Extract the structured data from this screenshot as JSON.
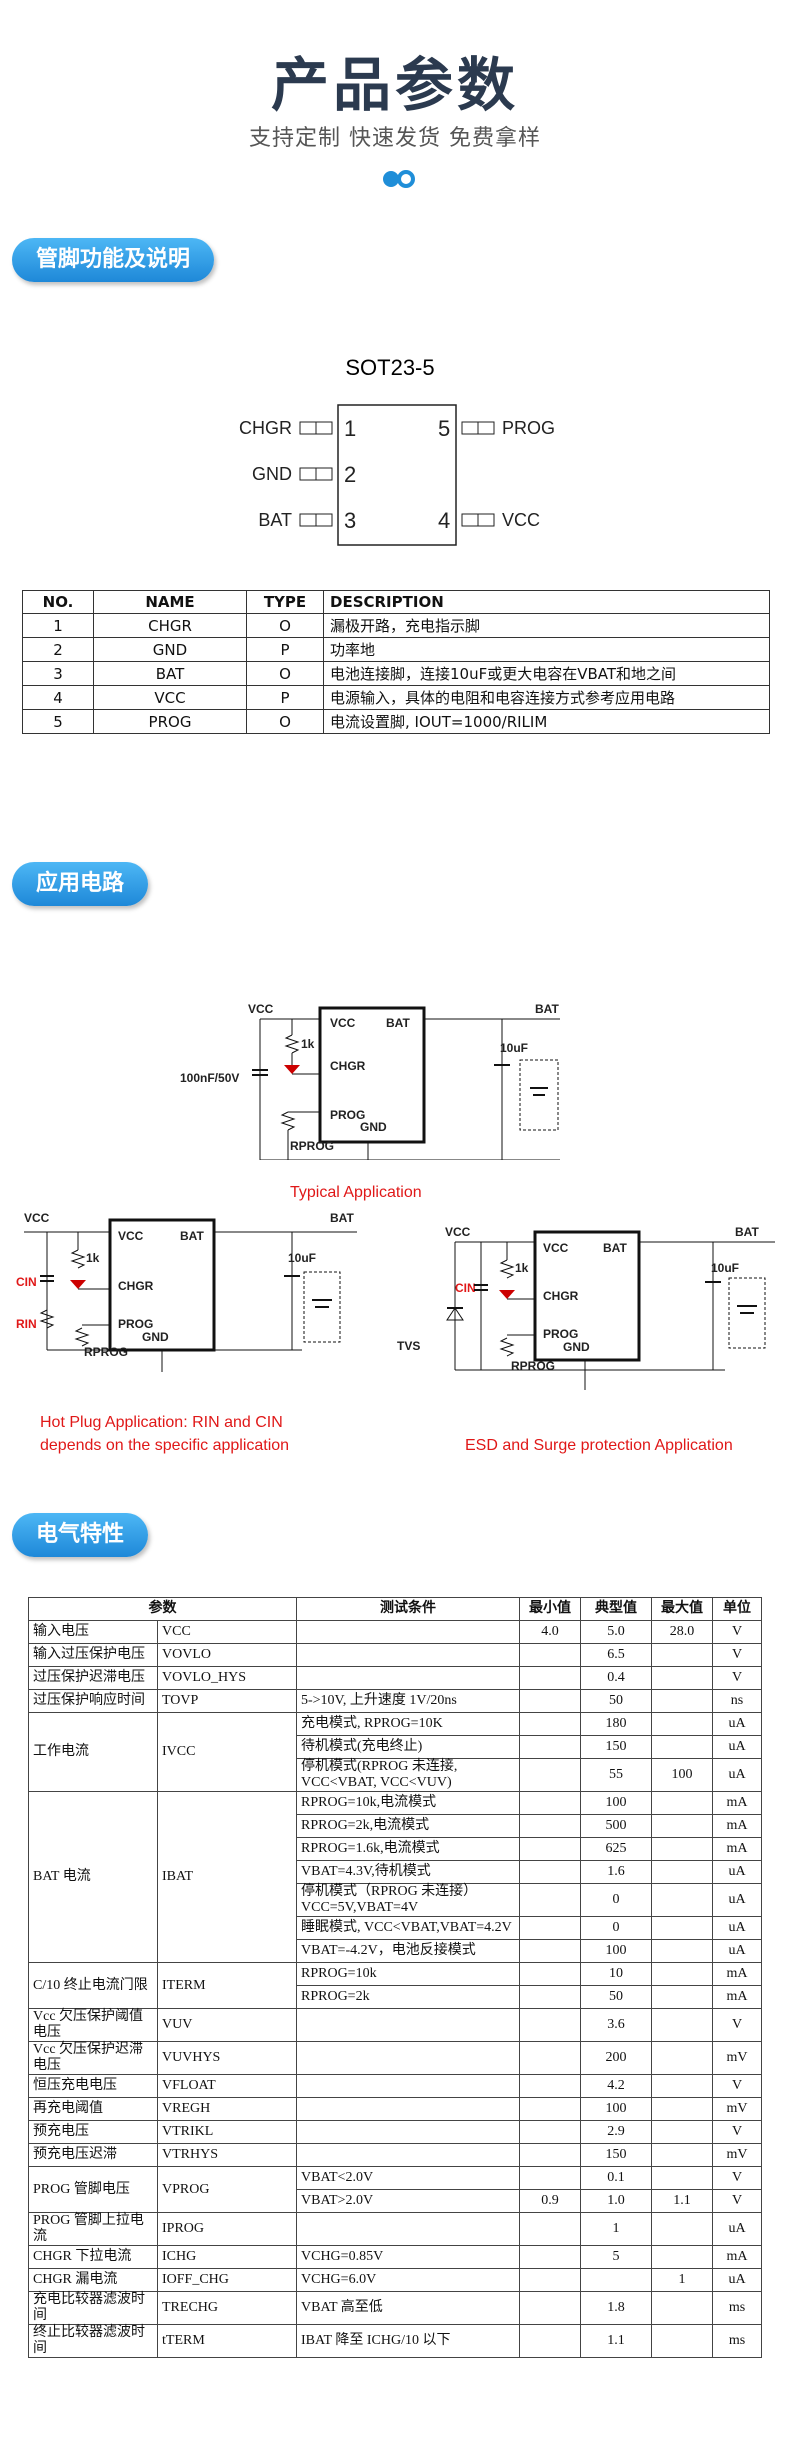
{
  "header": {
    "title": "产品参数",
    "subtitle": "支持定制 快速发货 免费拿样"
  },
  "sections": {
    "pins": "管脚功能及说明",
    "app": "应用电路",
    "elec": "电气特性"
  },
  "pin_diagram": {
    "package": "SOT23-5",
    "left_pins": [
      {
        "name": "CHGR",
        "num": "1"
      },
      {
        "name": "GND",
        "num": "2"
      },
      {
        "name": "BAT",
        "num": "3"
      }
    ],
    "right_pins": [
      {
        "name": "PROG",
        "num": "5"
      },
      {
        "name": "VCC",
        "num": "4"
      }
    ]
  },
  "pin_table": {
    "headers": [
      "NO.",
      "NAME",
      "TYPE",
      "DESCRIPTION"
    ],
    "rows": [
      [
        "1",
        "CHGR",
        "O",
        "漏极开路，充电指示脚"
      ],
      [
        "2",
        "GND",
        "P",
        "功率地"
      ],
      [
        "3",
        "BAT",
        "O",
        "电池连接脚，连接10uF或更大电容在VBAT和地之间"
      ],
      [
        "4",
        "VCC",
        "P",
        "电源输入，具体的电阻和电容连接方式参考应用电路"
      ],
      [
        "5",
        "PROG",
        "O",
        "电流设置脚, IOUT=1000/RILIM"
      ]
    ]
  },
  "circuits": {
    "typical_label": "Typical Application",
    "hotplug_label_1": "Hot Plug Application: RIN and CIN",
    "hotplug_label_2": "depends on the specific application",
    "esd_label": "ESD and Surge protection Application",
    "vcc": "VCC",
    "bat": "BAT",
    "chgr": "CHGR",
    "prog": "PROG",
    "gnd": "GND",
    "r1k": "1k",
    "cap": "10uF",
    "cin_cap": "100nF/50V",
    "rprog": "RPROG",
    "cin": "CIN",
    "rin": "RIN",
    "tvs": "TVS"
  },
  "elec_table": {
    "headers": [
      "参数",
      "测试条件",
      "最小值",
      "典型值",
      "最大值",
      "单位"
    ],
    "rows": [
      {
        "param": "输入电压",
        "sym": "VCC",
        "cond": "",
        "min": "4.0",
        "typ": "5.0",
        "max": "28.0",
        "unit": "V"
      },
      {
        "param": "输入过压保护电压",
        "sym": "VOVLO",
        "cond": "",
        "min": "",
        "typ": "6.5",
        "max": "",
        "unit": "V"
      },
      {
        "param": "过压保护迟滞电压",
        "sym": "VOVLO_HYS",
        "cond": "",
        "min": "",
        "typ": "0.4",
        "max": "",
        "unit": "V"
      },
      {
        "param": "过压保护响应时间",
        "sym": "TOVP",
        "cond": "5->10V, 上升速度 1V/20ns",
        "min": "",
        "typ": "50",
        "max": "",
        "unit": "ns"
      },
      {
        "param": "工作电流",
        "sym": "IVCC",
        "cond": "充电模式, RPROG=10K",
        "min": "",
        "typ": "180",
        "max": "",
        "unit": "uA"
      },
      {
        "param": "",
        "sym": "",
        "cond": "待机模式(充电终止)",
        "min": "",
        "typ": "150",
        "max": "",
        "unit": "uA"
      },
      {
        "param": "",
        "sym": "",
        "cond": "停机模式(RPROG 未连接, VCC<VBAT, VCC<VUV)",
        "min": "",
        "typ": "55",
        "max": "100",
        "unit": "uA"
      },
      {
        "param": "BAT 电流",
        "sym": "IBAT",
        "cond": "RPROG=10k,电流模式",
        "min": "",
        "typ": "100",
        "max": "",
        "unit": "mA"
      },
      {
        "param": "",
        "sym": "",
        "cond": "RPROG=2k,电流模式",
        "min": "",
        "typ": "500",
        "max": "",
        "unit": "mA"
      },
      {
        "param": "",
        "sym": "",
        "cond": "RPROG=1.6k,电流模式",
        "min": "",
        "typ": "625",
        "max": "",
        "unit": "mA"
      },
      {
        "param": "",
        "sym": "",
        "cond": "VBAT=4.3V,待机模式",
        "min": "",
        "typ": "1.6",
        "max": "",
        "unit": "uA"
      },
      {
        "param": "",
        "sym": "",
        "cond": "停机模式（RPROG 未连接）VCC=5V,VBAT=4V",
        "min": "",
        "typ": "0",
        "max": "",
        "unit": "uA"
      },
      {
        "param": "",
        "sym": "",
        "cond": "睡眠模式, VCC<VBAT,VBAT=4.2V",
        "min": "",
        "typ": "0",
        "max": "",
        "unit": "uA"
      },
      {
        "param": "",
        "sym": "",
        "cond": "VBAT=-4.2V，电池反接模式",
        "min": "",
        "typ": "100",
        "max": "",
        "unit": "uA"
      },
      {
        "param": "C/10 终止电流门限",
        "sym": "ITERM",
        "cond": "RPROG=10k",
        "min": "",
        "typ": "10",
        "max": "",
        "unit": "mA"
      },
      {
        "param": "",
        "sym": "",
        "cond": "RPROG=2k",
        "min": "",
        "typ": "50",
        "max": "",
        "unit": "mA"
      },
      {
        "param": "Vcc 欠压保护阈值电压",
        "sym": "VUV",
        "cond": "",
        "min": "",
        "typ": "3.6",
        "max": "",
        "unit": "V"
      },
      {
        "param": "Vcc 欠压保护迟滞电压",
        "sym": "VUVHYS",
        "cond": "",
        "min": "",
        "typ": "200",
        "max": "",
        "unit": "mV"
      },
      {
        "param": "恒压充电电压",
        "sym": "VFLOAT",
        "cond": "",
        "min": "",
        "typ": "4.2",
        "max": "",
        "unit": "V"
      },
      {
        "param": "再充电阈值",
        "sym": "VREGH",
        "cond": "",
        "min": "",
        "typ": "100",
        "max": "",
        "unit": "mV"
      },
      {
        "param": "预充电压",
        "sym": "VTRIKL",
        "cond": "",
        "min": "",
        "typ": "2.9",
        "max": "",
        "unit": "V"
      },
      {
        "param": "预充电压迟滞",
        "sym": "VTRHYS",
        "cond": "",
        "min": "",
        "typ": "150",
        "max": "",
        "unit": "mV"
      },
      {
        "param": "PROG 管脚电压",
        "sym": "VPROG",
        "cond": "VBAT<2.0V",
        "min": "",
        "typ": "0.1",
        "max": "",
        "unit": "V"
      },
      {
        "param": "",
        "sym": "",
        "cond": "VBAT>2.0V",
        "min": "0.9",
        "typ": "1.0",
        "max": "1.1",
        "unit": "V"
      },
      {
        "param": "PROG 管脚上拉电流",
        "sym": "IPROG",
        "cond": "",
        "min": "",
        "typ": "1",
        "max": "",
        "unit": "uA"
      },
      {
        "param": "CHGR 下拉电流",
        "sym": "ICHG",
        "cond": "VCHG=0.85V",
        "min": "",
        "typ": "5",
        "max": "",
        "unit": "mA"
      },
      {
        "param": "CHGR 漏电流",
        "sym": "IOFF_CHG",
        "cond": "VCHG=6.0V",
        "min": "",
        "typ": "",
        "max": "1",
        "unit": "uA"
      },
      {
        "param": "充电比较器滤波时间",
        "sym": "TRECHG",
        "cond": "VBAT 高至低",
        "min": "",
        "typ": "1.8",
        "max": "",
        "unit": "ms"
      },
      {
        "param": "终止比较器滤波时间",
        "sym": "tTERM",
        "cond": "IBAT 降至 ICHG/10 以下",
        "min": "",
        "typ": "1.1",
        "max": "",
        "unit": "ms"
      }
    ]
  }
}
